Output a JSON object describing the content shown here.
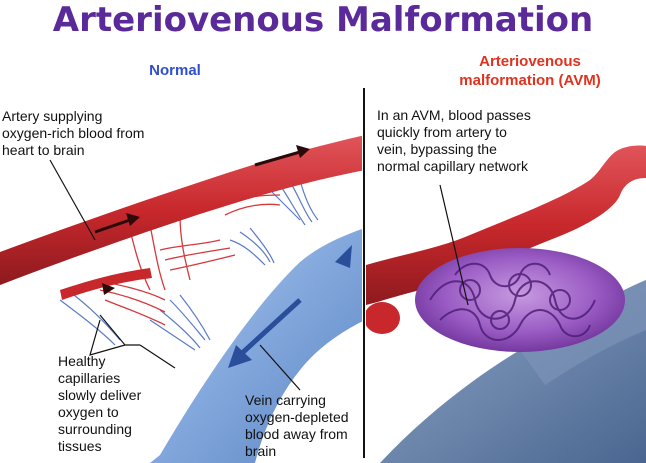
{
  "title": "Arteriovenous Malformation",
  "normal_panel": {
    "heading": "Normal",
    "artery_label": [
      "Artery supplying",
      "oxygen-rich blood from",
      "heart to brain"
    ],
    "capillaries_label": [
      "Healthy",
      "capillaries",
      "slowly deliver",
      "oxygen to",
      "surrounding",
      "tissues"
    ],
    "vein_label": [
      "Vein carrying",
      "oxygen-depleted",
      "blood away from",
      "brain"
    ]
  },
  "avm_panel": {
    "heading": [
      "Arteriovenous",
      "malformation (AVM)"
    ],
    "description": [
      "In an AVM, blood passes",
      "quickly from artery to",
      "vein, bypassing the",
      "normal capillary network"
    ]
  },
  "colors": {
    "title": "#5b2a9a",
    "normal_heading": "#2f4fd0",
    "avm_heading": "#e0321e",
    "artery": "#c8282c",
    "vein": "#5f8fd0",
    "avm_tangle": "#8a4fb8"
  }
}
